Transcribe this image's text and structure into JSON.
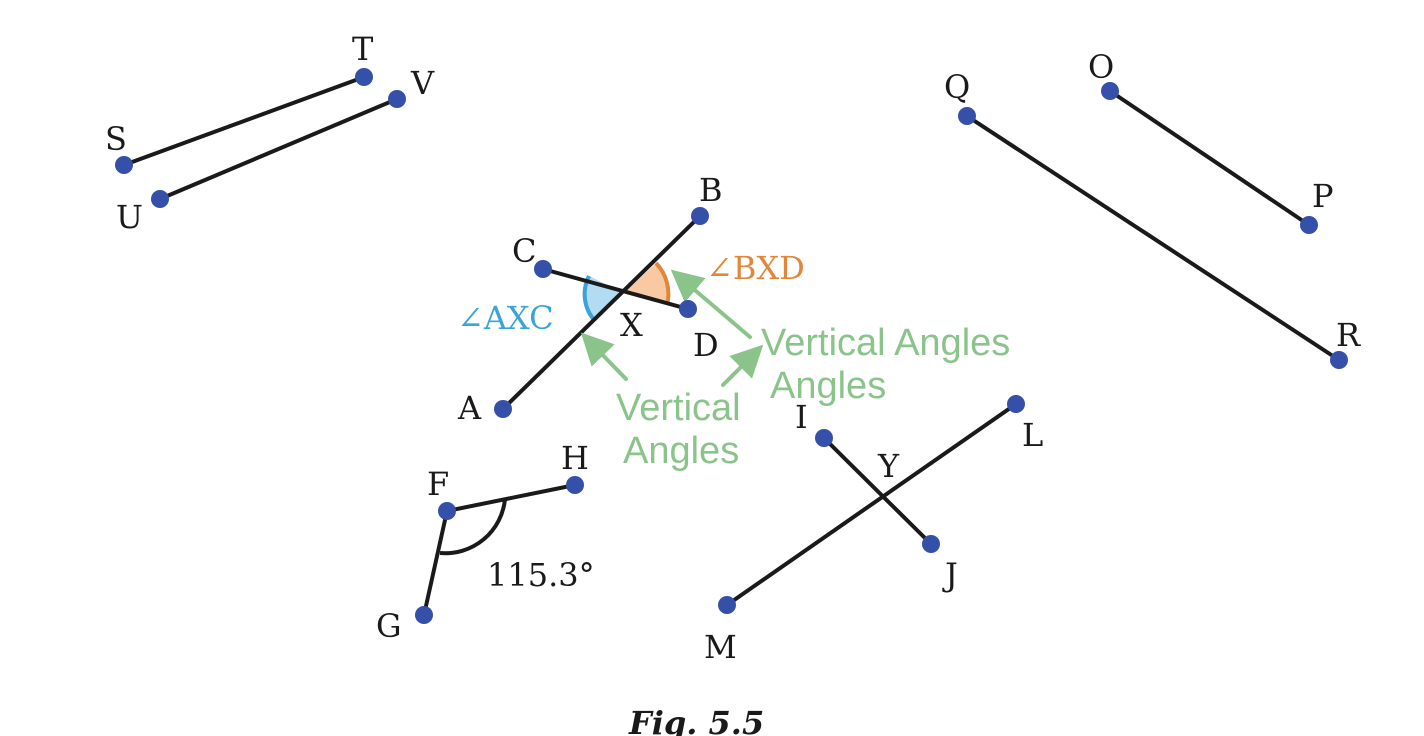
{
  "figure": {
    "caption": "Fig. 5.5",
    "colors": {
      "line": "#1a1a1a",
      "point": "#3550a8",
      "angle_axc": "#3aa3d8",
      "angle_axc_fill": "#b3dbf2",
      "angle_bxd": "#e0873a",
      "angle_bxd_fill": "#f8c9a3",
      "annotation": "#8bc48a"
    },
    "points": {
      "S": "S",
      "T": "T",
      "U": "U",
      "V": "V",
      "Q": "Q",
      "O": "O",
      "P": "P",
      "R": "R",
      "B": "B",
      "C": "C",
      "X": "X",
      "D": "D",
      "A": "A",
      "F": "F",
      "H": "H",
      "G": "G",
      "I": "I",
      "Y": "Y",
      "L": "L",
      "J": "J",
      "M": "M"
    },
    "angle_labels": {
      "bxd": "∠BXD",
      "axc": "∠AXC",
      "fgh_measure": "115.3°"
    },
    "annotations": {
      "vertical_angles_right_line1": "Vertical Angles",
      "vertical_angles_right_line2": "Angles",
      "vertical_angles_left_line1": "Vertical",
      "vertical_angles_left_line2": "Angles"
    }
  }
}
